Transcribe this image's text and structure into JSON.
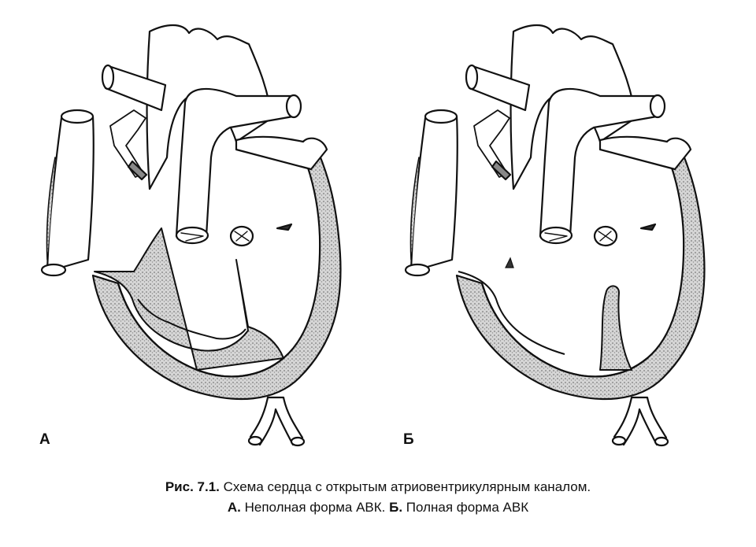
{
  "panels": {
    "a": {
      "label": "А"
    },
    "b": {
      "label": "Б"
    }
  },
  "caption": {
    "line1_bold": "Рис. 7.1.",
    "line1_text": "Схема сердца с открытым атриовентрикулярным каналом.",
    "line2_a_bold": "А.",
    "line2_a_text": "Неполная форма АВК.",
    "line2_b_bold": "Б.",
    "line2_b_text": "Полная форма АВК"
  },
  "colors": {
    "ink": "#111111",
    "stipple": "#9a9a9a",
    "background": "#ffffff"
  }
}
